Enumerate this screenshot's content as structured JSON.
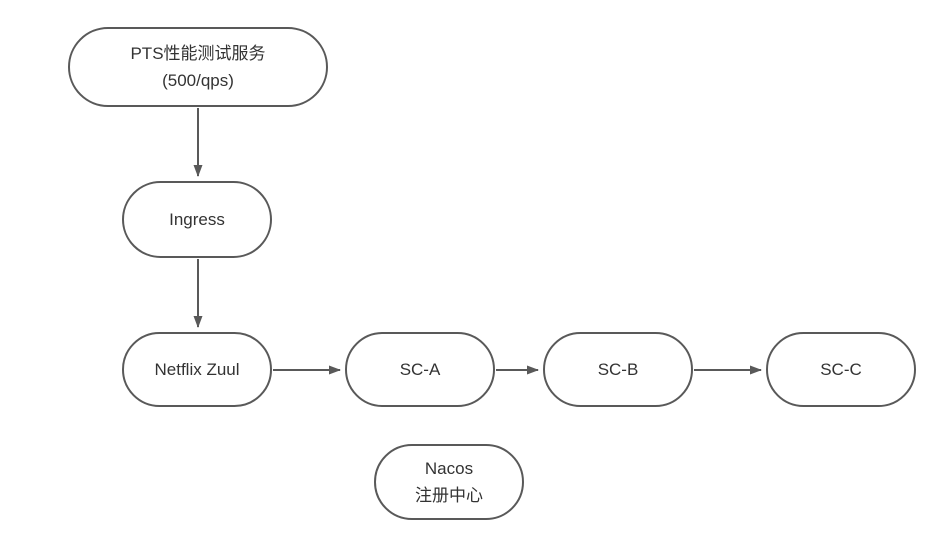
{
  "diagram": {
    "type": "flowchart",
    "colors": {
      "background": "#ffffff",
      "node_fill": "#ffffff",
      "stroke": "#595959",
      "text": "#333333"
    },
    "nodes": {
      "pts": {
        "line1": "PTS性能测试服务",
        "line2": "(500/qps)"
      },
      "ingress": {
        "label": "Ingress"
      },
      "zuul": {
        "label": "Netflix Zuul"
      },
      "sc_a": {
        "label": "SC-A"
      },
      "sc_b": {
        "label": "SC-B"
      },
      "sc_c": {
        "label": "SC-C"
      },
      "nacos": {
        "line1": "Nacos",
        "line2": "注册中心"
      }
    },
    "edges": [
      {
        "from": "PTS性能测试服务 (500/qps)",
        "to": "Ingress"
      },
      {
        "from": "Ingress",
        "to": "Netflix Zuul"
      },
      {
        "from": "Netflix Zuul",
        "to": "SC-A"
      },
      {
        "from": "SC-A",
        "to": "SC-B"
      },
      {
        "from": "SC-B",
        "to": "SC-C"
      }
    ]
  }
}
